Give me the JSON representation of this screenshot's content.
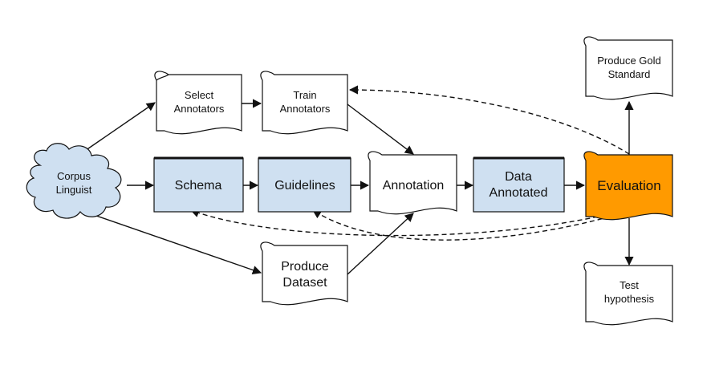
{
  "nodes": {
    "corpus_linguist": [
      "Corpus",
      "Linguist"
    ],
    "select_annotators": [
      "Select",
      "Annotators"
    ],
    "train_annotators": [
      "Train",
      "Annotators"
    ],
    "schema": [
      "Schema"
    ],
    "guidelines": [
      "Guidelines"
    ],
    "annotation": [
      "Annotation"
    ],
    "data_annotated": [
      "Data",
      "Annotated"
    ],
    "evaluation": [
      "Evaluation"
    ],
    "produce_dataset": [
      "Produce",
      "Dataset"
    ],
    "produce_gold_standard": [
      "Produce Gold",
      "Standard"
    ],
    "test_hypothesis": [
      "Test",
      "hypothesis"
    ]
  },
  "colors": {
    "process_fill": "#cfe0f1",
    "evaluation_fill": "#ff9a00",
    "cloud_fill": "#cfe0f1",
    "stroke": "#111111"
  }
}
